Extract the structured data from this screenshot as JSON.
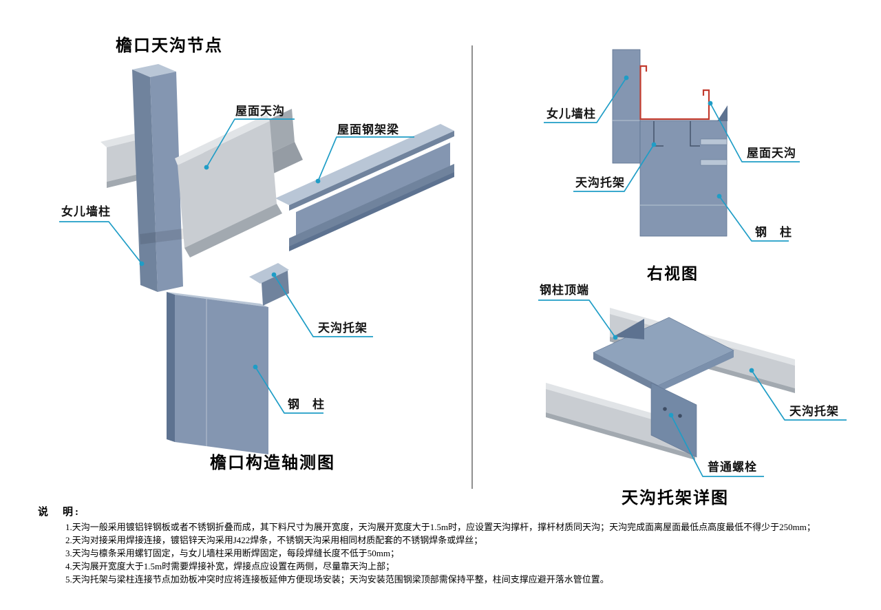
{
  "title": "檐口天沟节点",
  "colors": {
    "leader": "#1f9dc6",
    "steel_front": "#8496b1",
    "steel_side": "#70839d",
    "steel_top": "#b9c6d6",
    "steel_dark": "#5d7290",
    "gray_light": "#e1e4e7",
    "gray_mid": "#c9cdd2",
    "gray_dark": "#a2a9b0",
    "red": "#c23b2e",
    "divider": "#8f8f8f"
  },
  "iso_view": {
    "caption": "檐口构造轴测图",
    "labels": {
      "roof_gutter": "屋面天沟",
      "roof_beam": "屋面钢架梁",
      "parapet_column": "女儿墙柱",
      "gutter_bracket": "天沟托架",
      "steel_column": "钢　柱"
    }
  },
  "right_view": {
    "caption": "右视图",
    "labels": {
      "parapet_column": "女儿墙柱",
      "gutter_bracket": "天沟托架",
      "roof_gutter": "屋面天沟",
      "steel_column": "钢　柱"
    }
  },
  "bracket_detail": {
    "caption": "天沟托架详图",
    "labels": {
      "column_top": "钢柱顶端",
      "gutter_bracket": "天沟托架",
      "common_bolt": "普通螺栓"
    }
  },
  "notes": {
    "heading": "说　明:",
    "items": [
      "1.天沟一般采用镀铝锌钢板或者不锈钢折叠而成，其下料尺寸为展开宽度，天沟展开宽度大于1.5m时，应设置天沟撑杆，撑杆材质同天沟；天沟完成面离屋面最低点高度最低不得少于250mm；",
      "2.天沟对接采用焊接连接，镀铝锌天沟采用J422焊条，不锈钢天沟采用相同材质配套的不锈钢焊条或焊丝；",
      "3.天沟与檩条采用螺钉固定，与女儿墙柱采用断焊固定，每段焊缝长度不低于50mm；",
      "4.天沟展开宽度大于1.5m时需要焊接补宽，焊接点应设置在两侧，尽量靠天沟上部；",
      "5.天沟托架与梁柱连接节点加劲板冲突时应将连接板延伸方便现场安装；天沟安装范围钢梁顶部需保持平整，柱间支撑应避开落水管位置。"
    ]
  }
}
